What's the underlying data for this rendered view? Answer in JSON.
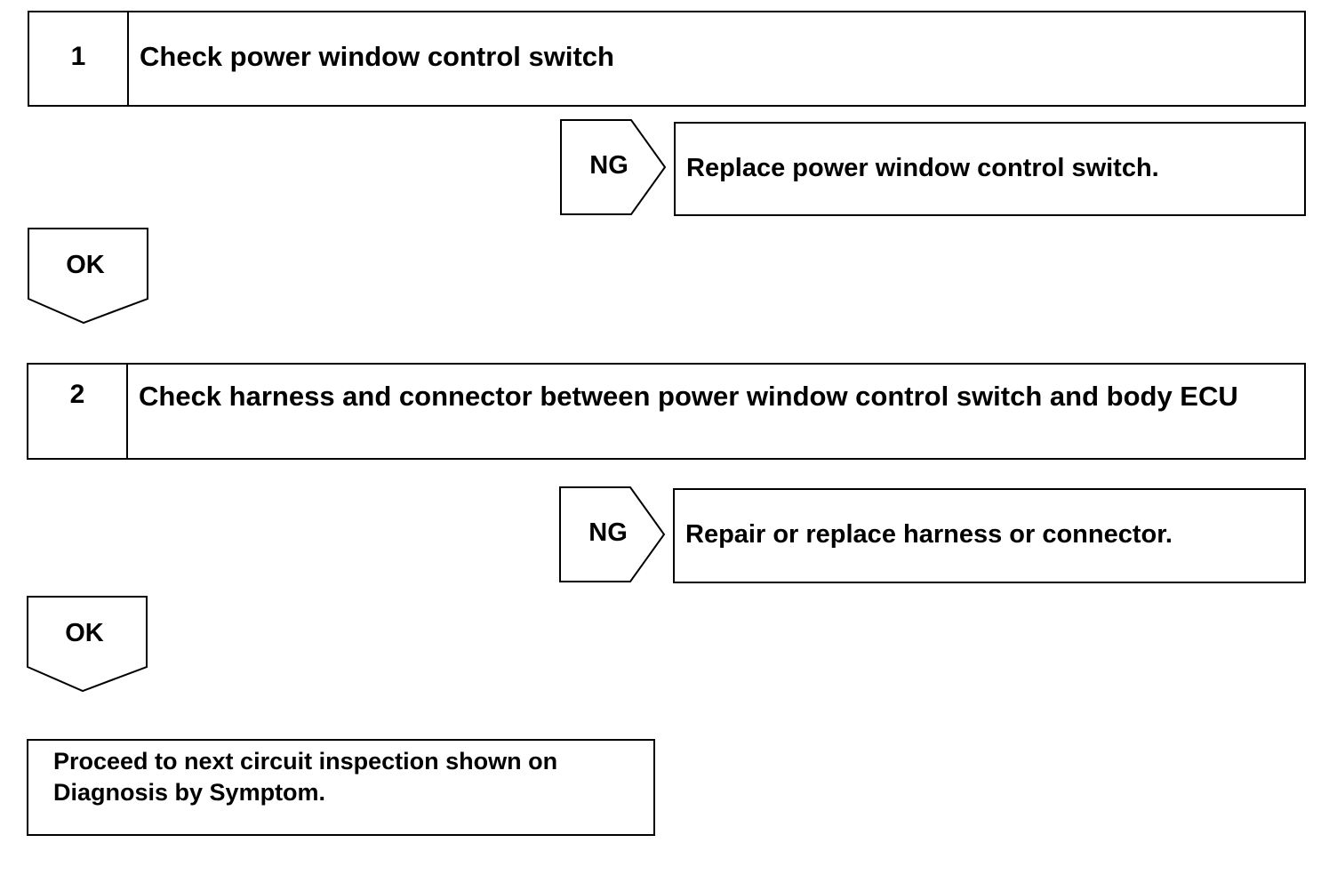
{
  "steps": [
    {
      "number": "1",
      "title": "Check power window control switch",
      "ng_label": "NG",
      "ng_action": "Replace power window control switch.",
      "ok_label": "OK"
    },
    {
      "number": "2",
      "title": "Check harness and connector between power window control switch and body ECU",
      "ng_label": "NG",
      "ng_action": "Repair or replace harness or connector.",
      "ok_label": "OK"
    }
  ],
  "final": {
    "text": "Proceed to next circuit inspection shown on Diagnosis by Symptom."
  }
}
